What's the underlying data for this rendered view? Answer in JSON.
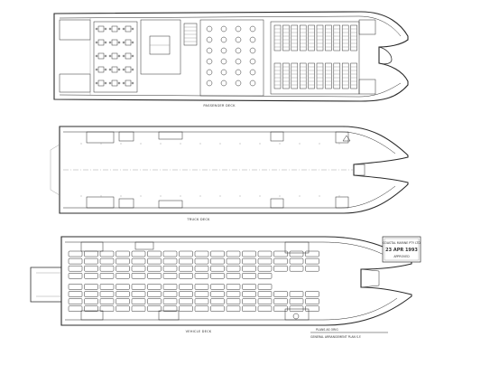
{
  "decks": {
    "passenger": {
      "label": "PASSENGER DECK"
    },
    "truck": {
      "label": "TRUCK DECK"
    },
    "vehicle": {
      "label": "VEHICLE DECK"
    }
  },
  "stamp": {
    "line1": "COASTAL MARINE PTY LTD",
    "line2": "23 APR 1993",
    "line3": "APPROVED"
  },
  "title_block": {
    "line1": "PLANS AS ORIG",
    "line2": "GENERAL ARRANGEMENT PLAN  S.F."
  },
  "vehicle_slots": {
    "rows": 8,
    "cols": 16
  }
}
